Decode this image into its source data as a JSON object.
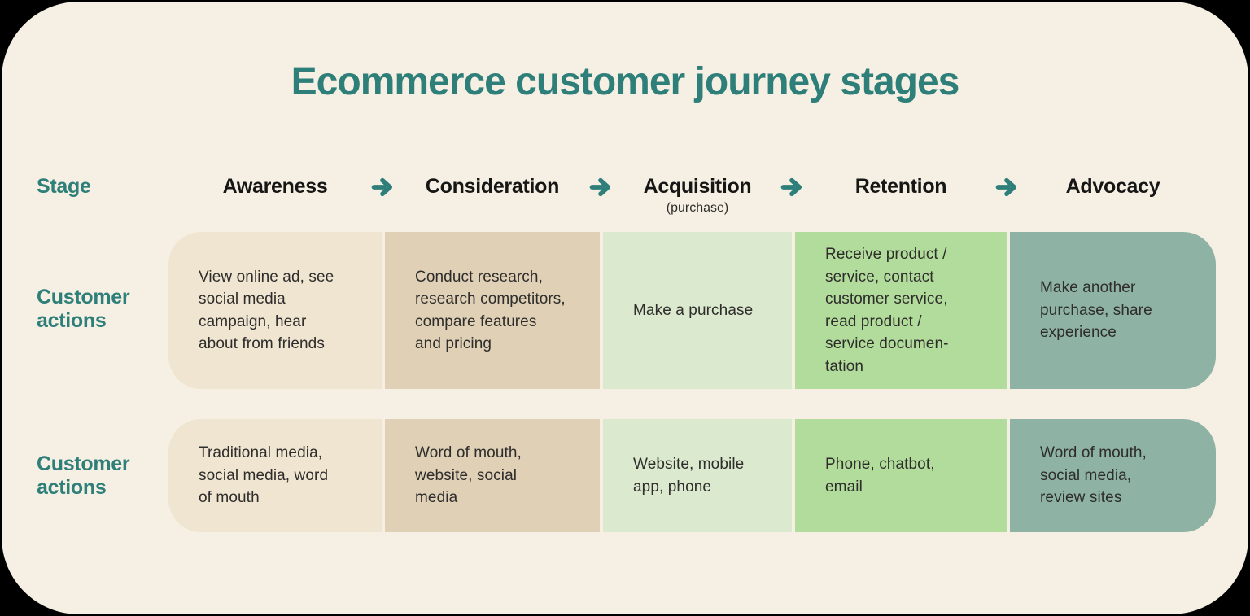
{
  "title": "Ecommerce customer journey stages",
  "colors": {
    "page_background": "#000000",
    "card_background": "#f6f0e4",
    "accent_teal": "#2e7f79",
    "heading_text": "#161615",
    "cell_text": "#2e2d2b",
    "cells": [
      "#efe5d1",
      "#dfd0b6",
      "#dbe9ce",
      "#b2dc9b",
      "#8eb3a5"
    ]
  },
  "journey": {
    "stage_label": "Stage",
    "row1_label": "Customer\nactions",
    "row2_label": "Customer\nactions",
    "stages": [
      {
        "name": "Awareness",
        "subtitle": "",
        "actions": "View online ad, see\nsocial media\ncampaign, hear\nabout from friends",
        "touchpoints": "Traditional media,\nsocial media, word\nof mouth"
      },
      {
        "name": "Consideration",
        "subtitle": "",
        "actions": "Conduct research,\nresearch competitors,\ncompare features\nand pricing",
        "touchpoints": "Word of mouth,\nwebsite, social\nmedia"
      },
      {
        "name": "Acquisition",
        "subtitle": "(purchase)",
        "actions": "Make a purchase",
        "touchpoints": "Website, mobile\napp, phone"
      },
      {
        "name": "Retention",
        "subtitle": "",
        "actions": "Receive product /\nservice, contact\ncustomer service,\nread product /\nservice documen-\ntation",
        "touchpoints": "Phone, chatbot,\nemail"
      },
      {
        "name": "Advocacy",
        "subtitle": "",
        "actions": "Make another\npurchase, share\nexperience",
        "touchpoints": "Word of mouth,\nsocial media,\nreview sites"
      }
    ]
  }
}
